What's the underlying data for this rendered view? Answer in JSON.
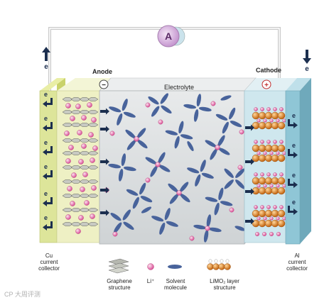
{
  "ammeter": {
    "symbol": "A"
  },
  "labels": {
    "anode": "Anode",
    "cathode": "Cathode",
    "electrolyte": "Electrolyte",
    "anode_sign": "−",
    "cathode_sign": "+",
    "electron": "e",
    "cu_collector": [
      "Cu",
      "current",
      "collector"
    ],
    "al_collector": [
      "Al",
      "current",
      "collector"
    ]
  },
  "legend": [
    {
      "icon": "graphene-structure-icon",
      "text": [
        "Graphene",
        "structure"
      ]
    },
    {
      "icon": "li-ion-icon",
      "text": [
        "Li⁺"
      ]
    },
    {
      "icon": "solvent-molecule-icon",
      "text": [
        "Solvent",
        "molecule"
      ]
    },
    {
      "icon": "limo2-layer-icon",
      "text": [
        "LiMO₂ layer",
        "structure"
      ]
    }
  ],
  "watermark": "CP 大周评测",
  "colors": {
    "cu_collector": "#dde59a",
    "anode": "#eef0c4",
    "electrolyte": "#d9dcdd",
    "cathode": "#cfe7ee",
    "al_collector": "#8fc6d6",
    "ammeter": "#d9b6df",
    "li_ion": "#e779b3",
    "solvent": "#48639b",
    "cathode_ball": "#e07a18"
  }
}
